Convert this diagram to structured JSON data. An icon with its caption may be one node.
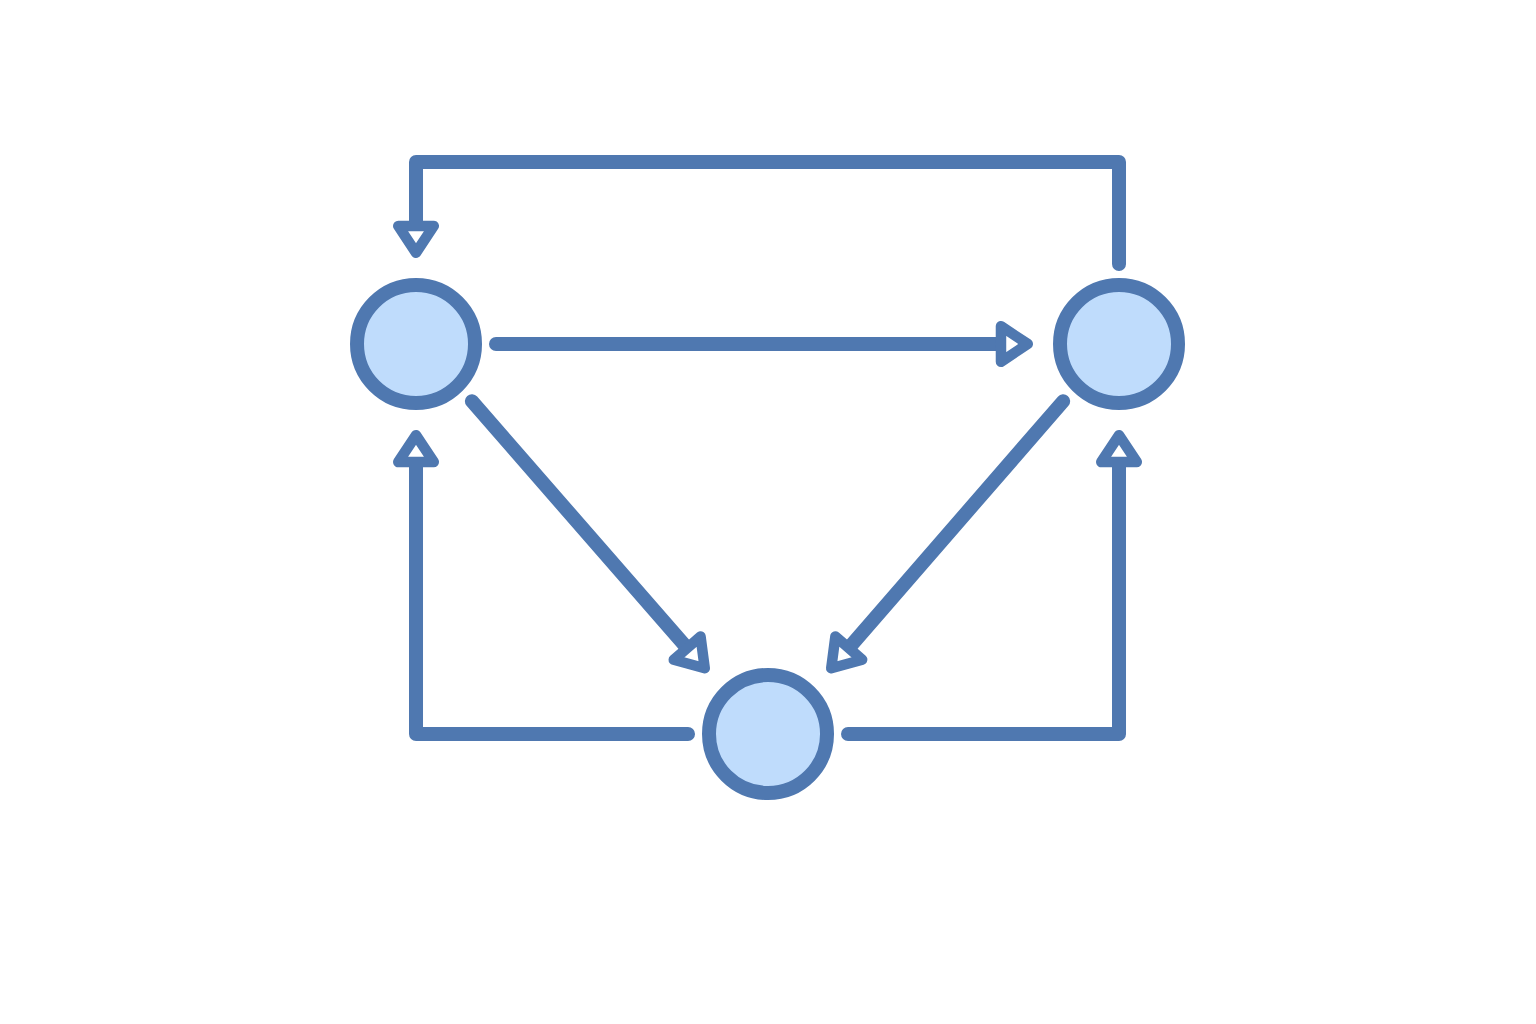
{
  "diagram": {
    "nodes": [
      {
        "text": [],
        "shape": "circle"
      },
      {
        "text": [],
        "shape": "circle"
      },
      {
        "text": [],
        "shape": "circle"
      }
    ],
    "edges": [
      {
        "from": 0,
        "to": 1,
        "arrow": "to"
      },
      {
        "from": 1,
        "to": 0,
        "arrow": "to"
      },
      {
        "from": 0,
        "to": 2,
        "arrow": "to"
      },
      {
        "from": 1,
        "to": 2,
        "arrow": "to"
      },
      {
        "from": 2,
        "to": 0,
        "arrow": "to"
      },
      {
        "from": 2,
        "to": 1,
        "arrow": "to"
      }
    ]
  }
}
